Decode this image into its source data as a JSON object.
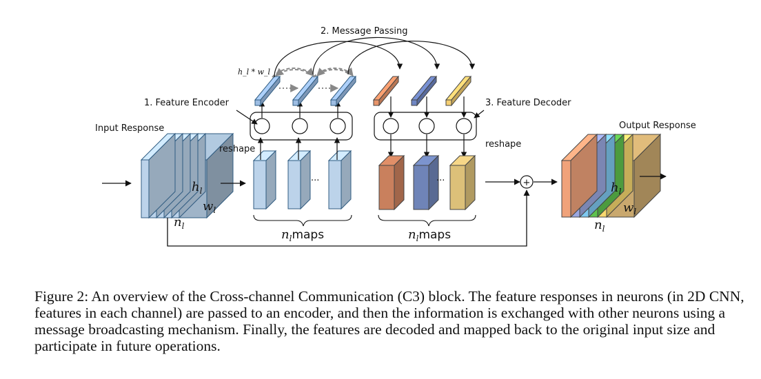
{
  "diagram": {
    "labels": {
      "message_passing": "2. Message Passing",
      "feature_encoder": "1. Feature Encoder",
      "feature_decoder": "3. Feature Decoder",
      "input_response": "Input Response",
      "output_response": "Output Response",
      "reshape_left": "reshape",
      "reshape_right": "reshape",
      "hw_label": "h_l * w_l",
      "ellipsis": "...",
      "plus": "+"
    },
    "math": {
      "h": "h",
      "w": "w",
      "n": "n",
      "sub": "l"
    },
    "maps_label": "maps",
    "colors": {
      "input_block": "#bcd3ea",
      "input_stroke": "#2f5b80",
      "encoder_bar": "#9dbde3",
      "decoder_bars": [
        "#e8956a",
        "#6f86c4",
        "#f5cf72"
      ],
      "decoder_maps": [
        "#c9805d",
        "#6f84b8",
        "#dcc079"
      ],
      "output_slices": [
        "#f0a27a",
        "#9aa7e0",
        "#7ec8f0",
        "#5fc24e",
        "#f7d86f",
        "#c9a86e"
      ]
    }
  },
  "caption": {
    "text": "Figure 2: An overview of the Cross-channel Communication (C3) block. The feature responses in neurons (in 2D CNN, features in each channel) are passed to an encoder, and then the information is exchanged with other neurons using a message broadcasting mechanism. Finally, the features are decoded and mapped back to the original input size and participate in future operations."
  }
}
